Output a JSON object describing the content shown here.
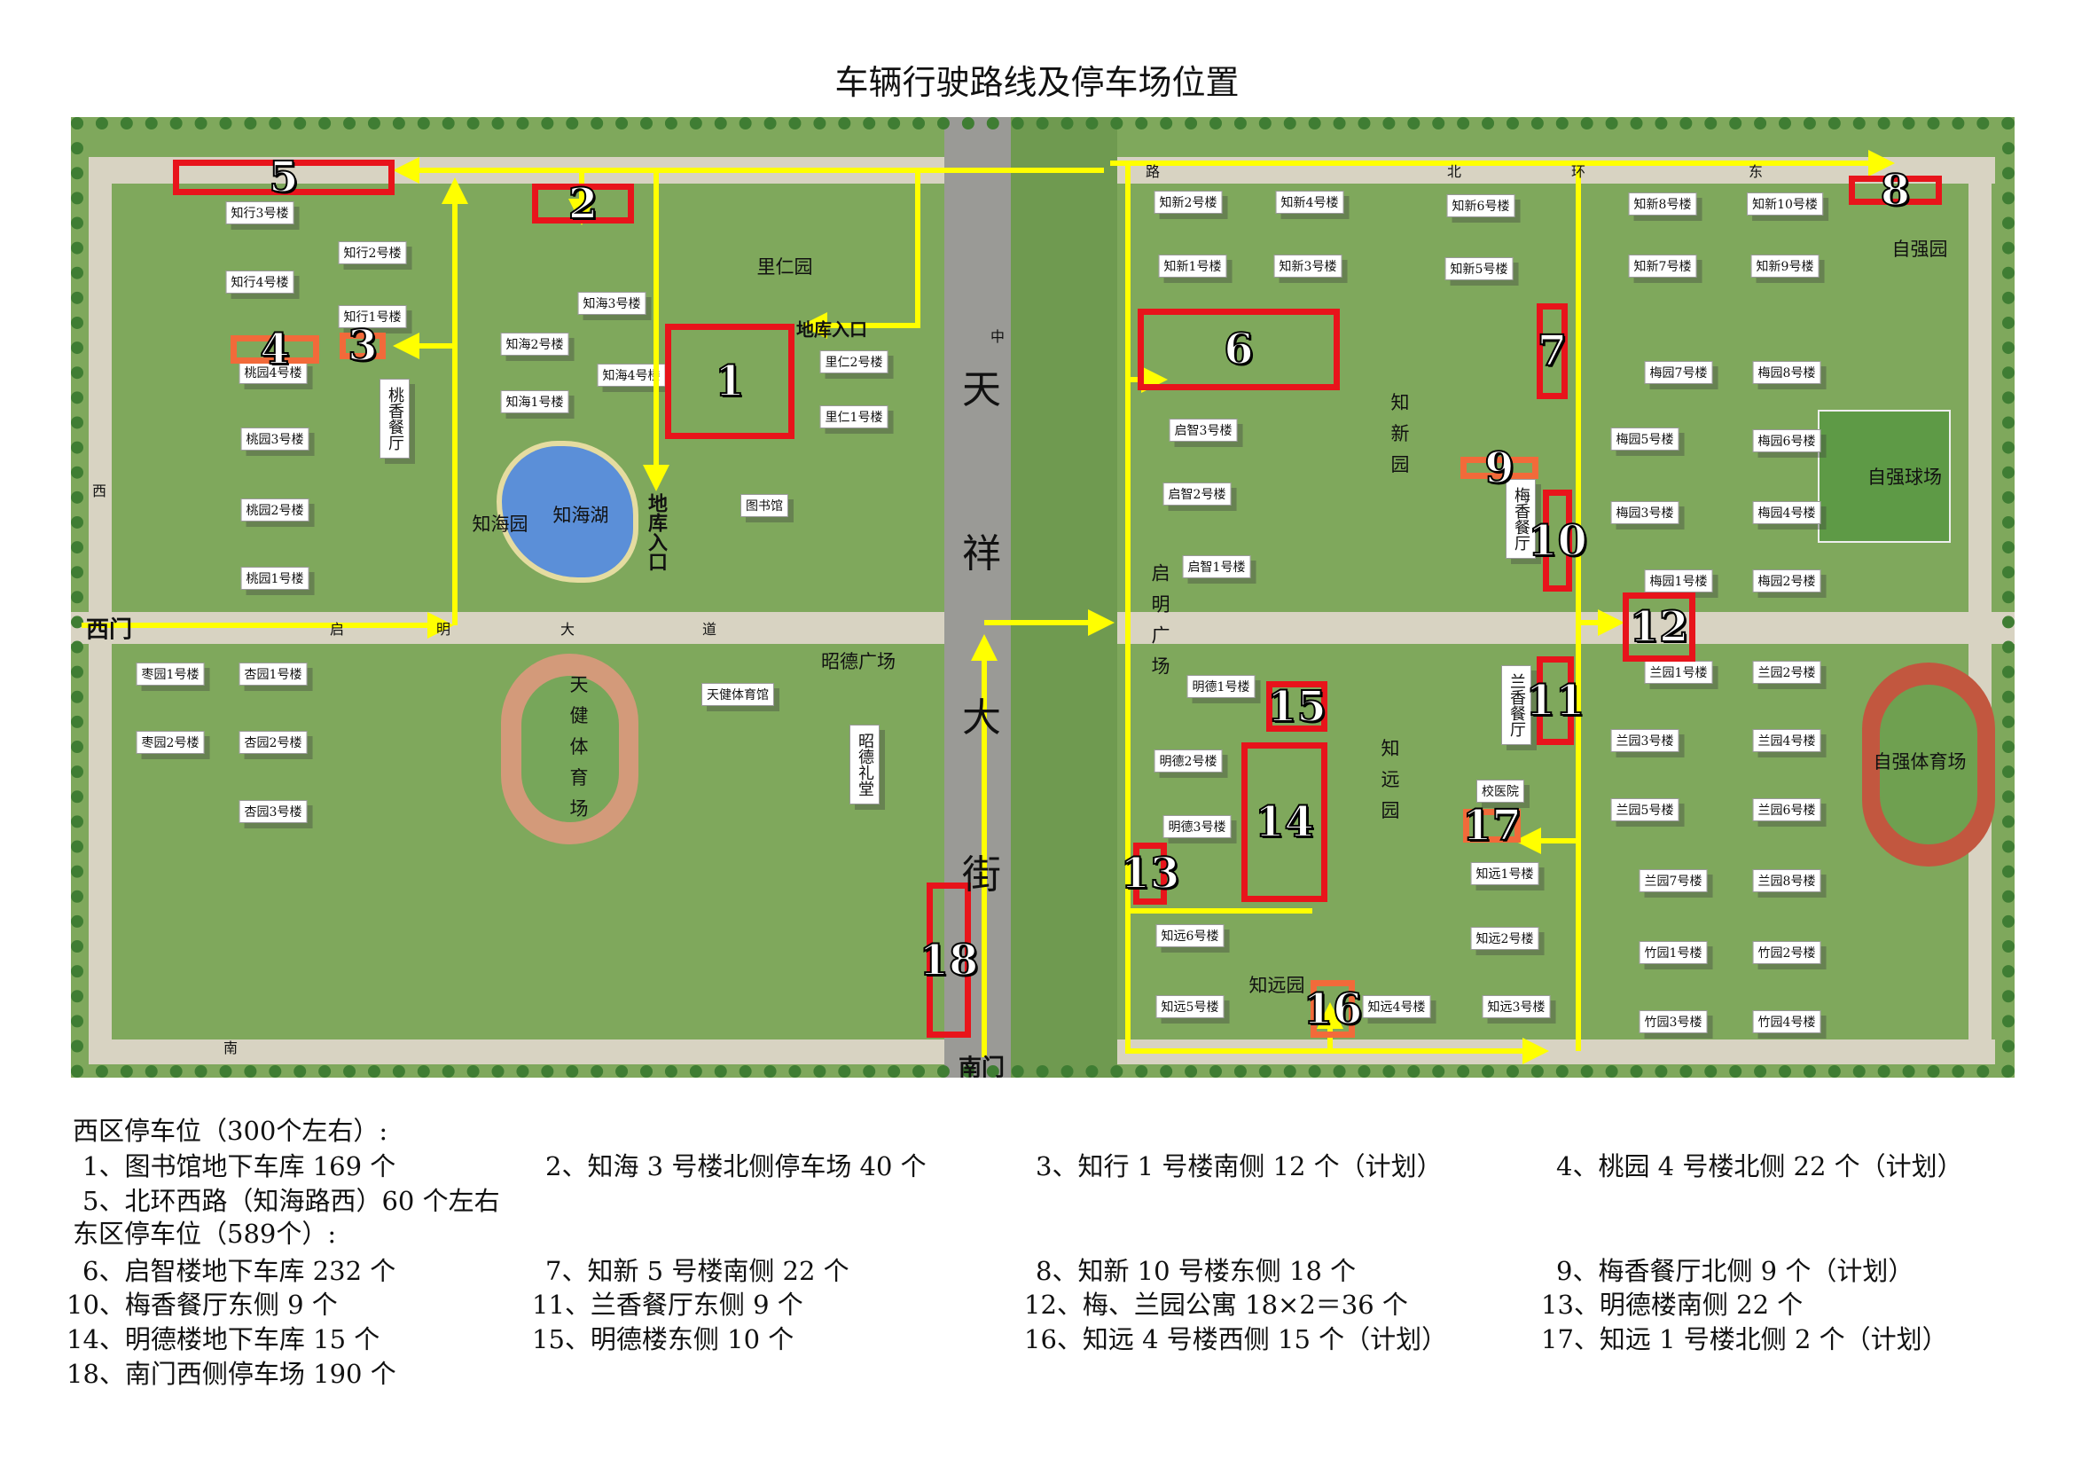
{
  "title": "车辆行驶路线及停车场位置",
  "map": {
    "gates": {
      "west": "西门",
      "south": "南门"
    },
    "street_chars": [
      "天",
      "祥",
      "大",
      "街"
    ],
    "garage_entrances": [
      "地库入口",
      "地库入口"
    ],
    "road_labels": [
      "启",
      "明",
      "大",
      "道",
      "北",
      "环",
      "路",
      "东",
      "西",
      "南",
      "中"
    ],
    "buildings": [
      "知行3号楼",
      "知行2号楼",
      "知行4号楼",
      "知行1号楼",
      "桃园4号楼",
      "桃园3号楼",
      "桃园2号楼",
      "桃园1号楼",
      "知海3号楼",
      "知海2号楼",
      "知海4号楼",
      "知海1号楼",
      "里仁2号楼",
      "里仁1号楼",
      "图书馆",
      "枣园1号楼",
      "杏园1号楼",
      "枣园2号楼",
      "杏园2号楼",
      "杏园3号楼",
      "天健体育馆",
      "知新2号楼",
      "知新4号楼",
      "知新1号楼",
      "知新3号楼",
      "知新6号楼",
      "知新5号楼",
      "知新8号楼",
      "知新10号楼",
      "知新7号楼",
      "知新9号楼",
      "启智3号楼",
      "启智2号楼",
      "启智1号楼",
      "梅园7号楼",
      "梅园8号楼",
      "梅园5号楼",
      "梅园6号楼",
      "梅园3号楼",
      "梅园4号楼",
      "梅园1号楼",
      "梅园2号楼",
      "兰园1号楼",
      "兰园2号楼",
      "兰园3号楼",
      "兰园4号楼",
      "兰园5号楼",
      "兰园6号楼",
      "兰园7号楼",
      "兰园8号楼",
      "竹园1号楼",
      "竹园2号楼",
      "竹园3号楼",
      "竹园4号楼",
      "明德1号楼",
      "明德2号楼",
      "明德3号楼",
      "校医院",
      "知远1号楼",
      "知远2号楼",
      "知远3号楼",
      "知远6号楼",
      "知远5号楼",
      "知远4号楼"
    ],
    "vertical_buildings": [
      "桃香餐厅",
      "昭德礼堂",
      "梅香餐厅",
      "兰香餐厅"
    ],
    "areas": [
      "里仁园",
      "知海湖",
      "知海园",
      "昭德广场",
      "自强园",
      "自强球场",
      "自强体育场",
      "知远园"
    ],
    "vertical_areas": [
      "天健体育场",
      "知新园",
      "启明广场",
      "知远园"
    ],
    "parking_markers": [
      "1",
      "2",
      "3",
      "4",
      "5",
      "6",
      "7",
      "8",
      "9",
      "10",
      "11",
      "12",
      "13",
      "14",
      "15",
      "16",
      "17",
      "18"
    ]
  },
  "legend": {
    "west_heading": "西区停车位（300个左右）:",
    "east_heading": "东区停车位（589个）:",
    "items": [
      "1、图书馆地下车库 169 个",
      "2、知海 3 号楼北侧停车场 40 个",
      "3、知行 1 号楼南侧 12 个（计划）",
      "4、桃园 4 号楼北侧 22 个（计划）",
      "5、北环西路（知海路西）60 个左右",
      "6、启智楼地下车库 232 个",
      "7、知新 5 号楼南侧 22 个",
      "8、知新 10 号楼东侧 18 个",
      "9、梅香餐厅北侧 9 个（计划）",
      "10、梅香餐厅东侧 9 个",
      "11、兰香餐厅东侧 9 个",
      "12、梅、兰园公寓 18×2＝36 个",
      "13、明德楼南侧 22 个",
      "14、明德楼地下车库 15 个",
      "15、明德楼东侧 10 个",
      "16、知远 4 号楼西侧 15 个（计划）",
      "17、知远 1 号楼北侧 2 个（计划）",
      "18、南门西侧停车场 190 个"
    ]
  },
  "colors": {
    "route": "#ffff00",
    "parking": "#e8141b",
    "planned": "#f26a3a"
  }
}
